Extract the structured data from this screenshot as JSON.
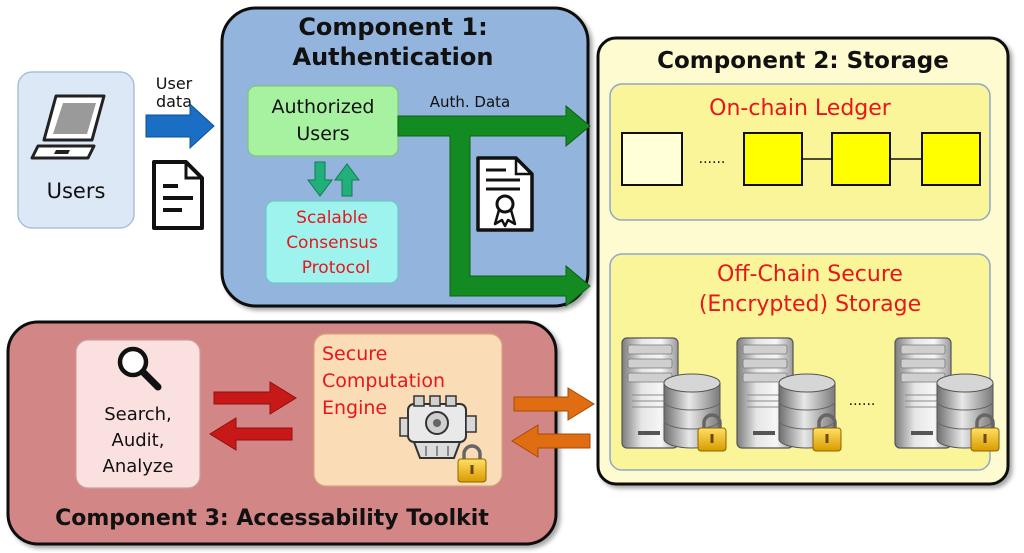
{
  "users": {
    "label": "Users",
    "input_label_line1": "User",
    "input_label_line2": "data"
  },
  "component1": {
    "title_line1": "Component 1:",
    "title_line2": "Authentication",
    "authorized_line1": "Authorized",
    "authorized_line2": "Users",
    "consensus_line1": "Scalable",
    "consensus_line2": "Consensus",
    "consensus_line3": "Protocol",
    "auth_data_label": "Auth. Data"
  },
  "component2": {
    "title": "Component 2: Storage",
    "onchain_title": "On-chain Ledger",
    "onchain_ellipsis": "......",
    "offchain_line1": "Off-Chain Secure",
    "offchain_line2": "(Encrypted) Storage",
    "offchain_ellipsis": "......"
  },
  "component3": {
    "title": "Component 3: Accessability Toolkit",
    "search_line1": "Search,",
    "search_line2": "Audit,",
    "search_line3": "Analyze",
    "engine_line1": "Secure",
    "engine_line2": "Computation",
    "engine_line3": "Engine"
  },
  "colors": {
    "component1_bg": "#93b4dc",
    "component2_bg": "#fdfbcf",
    "component3_bg": "#d38686",
    "ledger_block": "#ffff00",
    "genesis_block": "#ffffd8",
    "flow_green": "#138a22",
    "flow_blue": "#1a6fc4",
    "flow_red": "#c81919",
    "flow_orange": "#e06d12",
    "title_red": "#e8161a"
  }
}
